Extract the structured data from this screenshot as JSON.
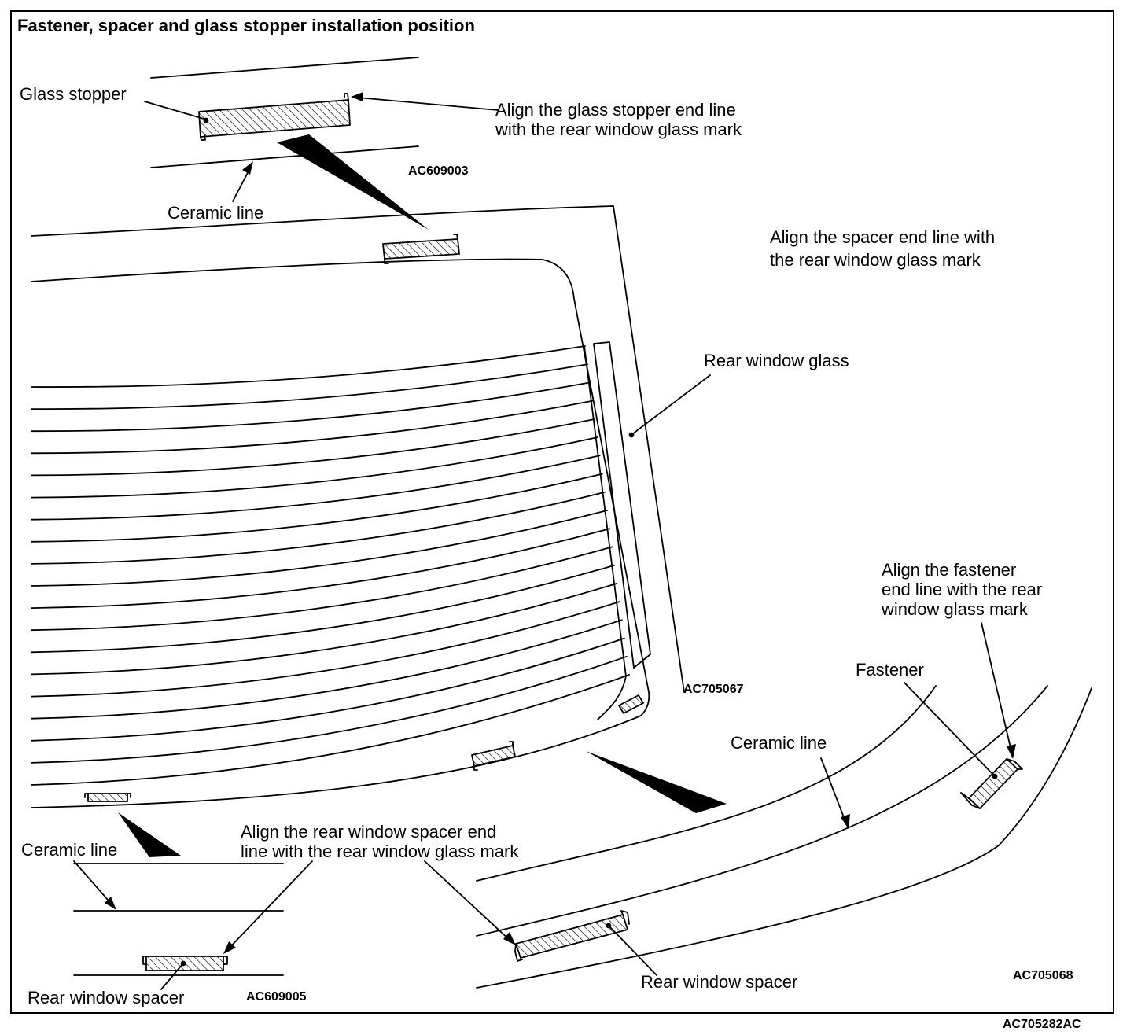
{
  "title": "Fastener, spacer and glass stopper installation position",
  "labels": {
    "glass_stopper": "Glass stopper",
    "align_glass_stopper": "Align the glass stopper end line\nwith the rear window glass mark",
    "ceramic_line_top": "Ceramic line",
    "align_spacer": "Align the spacer end line with\nthe rear window glass mark",
    "rear_window_glass": "Rear window glass",
    "align_fastener": "Align the fastener\nend line with the rear\nwindow glass mark",
    "fastener": "Fastener",
    "ceramic_line_right": "Ceramic line",
    "ceramic_line_left": "Ceramic line",
    "align_rear_spacer": "Align the rear window spacer end\nline with the rear window glass mark",
    "rear_window_spacer_left": "Rear window spacer",
    "rear_window_spacer_right": "Rear window spacer"
  },
  "codes": {
    "stopper_detail": "AC609003",
    "glass_view": "AC705067",
    "fastener_detail": "AC705068",
    "spacer_detail": "AC609005",
    "figure": "AC705282AC"
  },
  "colors": {
    "line": "#000000",
    "background": "#ffffff"
  }
}
